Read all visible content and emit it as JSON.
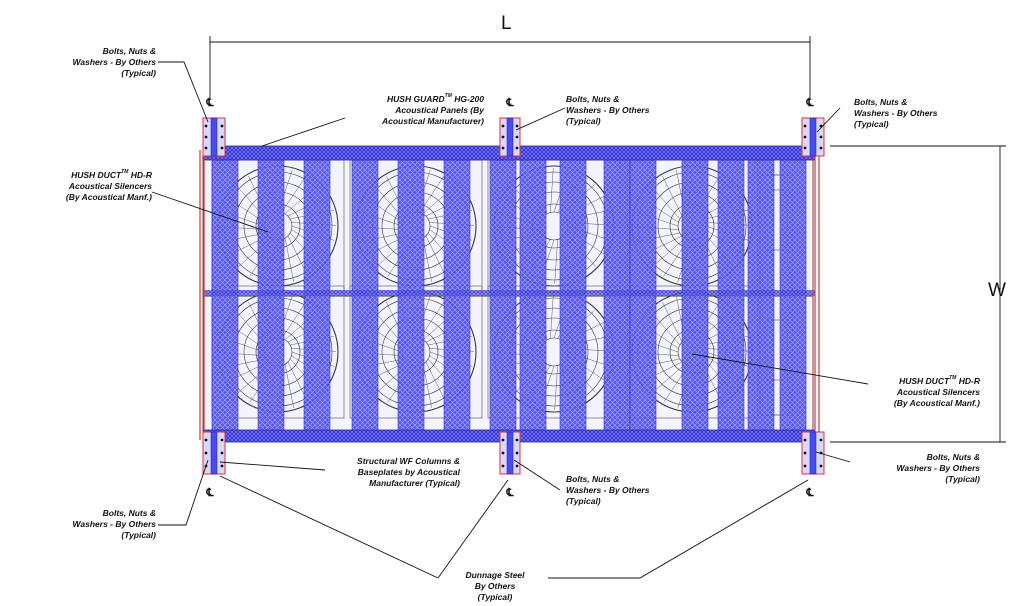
{
  "dimensions": {
    "length": "L",
    "width": "W"
  },
  "centerline_symbol": "℄",
  "notes": {
    "bolts_top_left": {
      "lines": [
        "Bolts, Nuts &",
        "Washers -  By Others",
        "(Typical)"
      ]
    },
    "hush_guard": {
      "brand": "HUSH GUARD",
      "tm": "TM",
      "model": " HG-200",
      "lines": [
        "Acoustical Panels (By",
        "Acoustical Manufacturer)"
      ]
    },
    "bolts_top_mid": {
      "lines": [
        "Bolts, Nuts &",
        "Washers -  By Others",
        "(Typical)"
      ]
    },
    "bolts_top_right": {
      "lines": [
        "Bolts, Nuts &",
        "Washers -  By Others",
        "(Typical)"
      ]
    },
    "hush_duct_left": {
      "brand": "HUSH DUCT",
      "tm": "TM",
      "model": " HD-R",
      "lines": [
        "Acoustical Silencers",
        "(By Acoustical Manf.)"
      ]
    },
    "hush_duct_right": {
      "brand": "HUSH DUCT",
      "tm": "TM",
      "model": " HD-R",
      "lines": [
        "Acoustical Silencers",
        "(By Acoustical Manf.)"
      ]
    },
    "structural_wf": {
      "lines": [
        "Structural WF Columns &",
        "Baseplates by Acoustical",
        "Manufacturer (Typical)"
      ]
    },
    "bolts_bottom_mid": {
      "lines": [
        "Bolts, Nuts &",
        "Washers -  By Others",
        "(Typical)"
      ]
    },
    "bolts_bottom_right": {
      "lines": [
        "Bolts, Nuts &",
        "Washers -  By Others",
        "(Typical)"
      ]
    },
    "bolts_bottom_left": {
      "lines": [
        "Bolts, Nuts &",
        "Washers -  By Others",
        "(Typical)"
      ]
    },
    "dunnage": {
      "lines": [
        "Dunnage Steel",
        "By Others",
        "(Typical)"
      ]
    }
  },
  "colors": {
    "panel_blue": "#4a4af0",
    "panel_blue_dark": "#2626c8",
    "hatch": "#9a9af8",
    "fan_line": "#3a3a3a",
    "steel_red": "#e03030",
    "line": "#111111"
  },
  "fan_count": 8,
  "silencer_strip_count": 15
}
